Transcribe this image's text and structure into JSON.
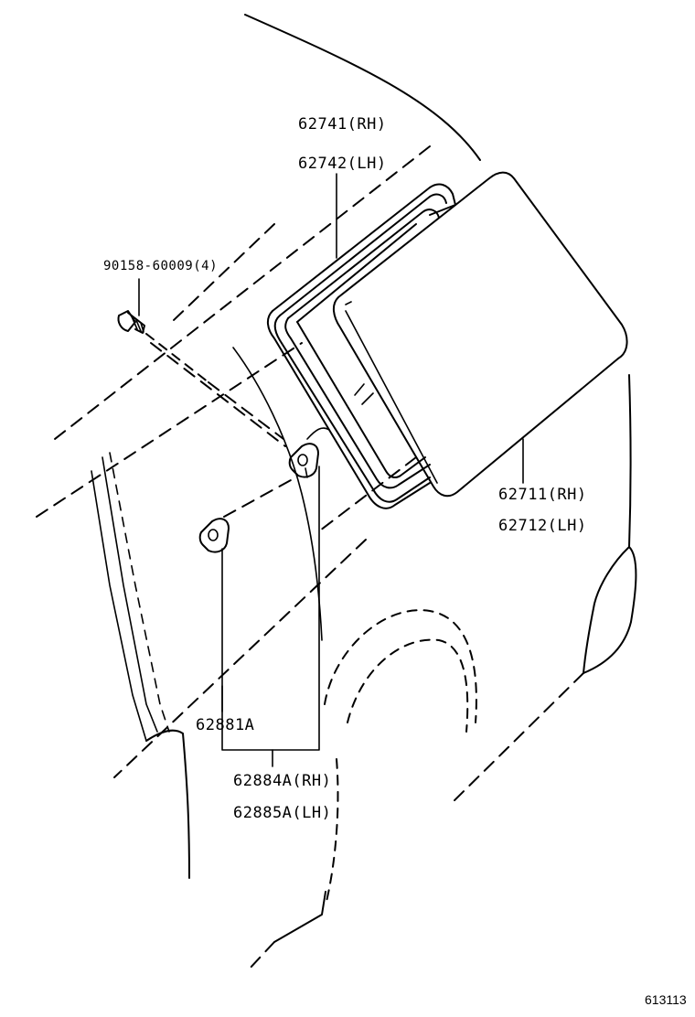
{
  "labels": {
    "part_62741": "62741(RH)",
    "part_62742": "62742(LH)",
    "part_90158": "90158-60009(4)",
    "part_62711": "62711(RH)",
    "part_62712": "62712(LH)",
    "part_62881A": "62881A",
    "part_62884A": "62884A(RH)",
    "part_62885A": "62885A(LH)"
  },
  "diagram_id": "613113"
}
